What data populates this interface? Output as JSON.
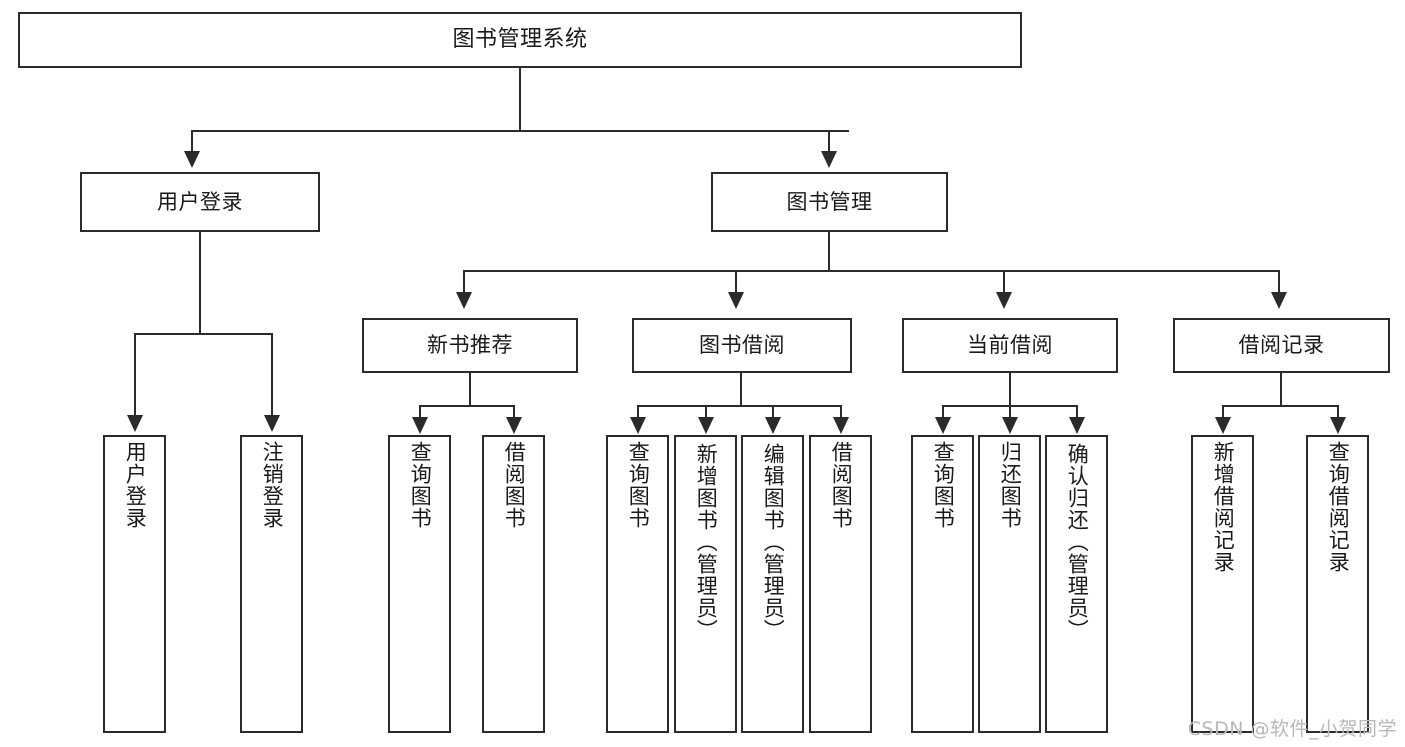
{
  "diagram": {
    "title": "图书管理系统",
    "type": "functional-structure-tree",
    "root": {
      "label": "图书管理系统"
    },
    "level2": [
      {
        "label": "用户登录"
      },
      {
        "label": "图书管理"
      }
    ],
    "level3": [
      {
        "label": "新书推荐"
      },
      {
        "label": "图书借阅"
      },
      {
        "label": "当前借阅"
      },
      {
        "label": "借阅记录"
      }
    ],
    "leaves": {
      "user_login": [
        {
          "label": "用户登录"
        },
        {
          "label": "注销登录"
        }
      ],
      "new_book_recommend": [
        {
          "label": "查询图书"
        },
        {
          "label": "借阅图书"
        }
      ],
      "book_borrow": [
        {
          "label": "查询图书"
        },
        {
          "label": "新增图书（管理员）"
        },
        {
          "label": "编辑图书（管理员）"
        },
        {
          "label": "借阅图书"
        }
      ],
      "current_borrow": [
        {
          "label": "查询图书"
        },
        {
          "label": "归还图书"
        },
        {
          "label": "确认归还（管理员）"
        }
      ],
      "borrow_record": [
        {
          "label": "新增借阅记录"
        },
        {
          "label": "查询借阅记录"
        }
      ]
    }
  },
  "watermark": {
    "text": "CSDN @软件_小贺同学"
  },
  "colors": {
    "stroke": "#2b2b2b",
    "fill": "#ffffff",
    "text": "#1a1a1a",
    "watermark": "#b8b8b8"
  }
}
